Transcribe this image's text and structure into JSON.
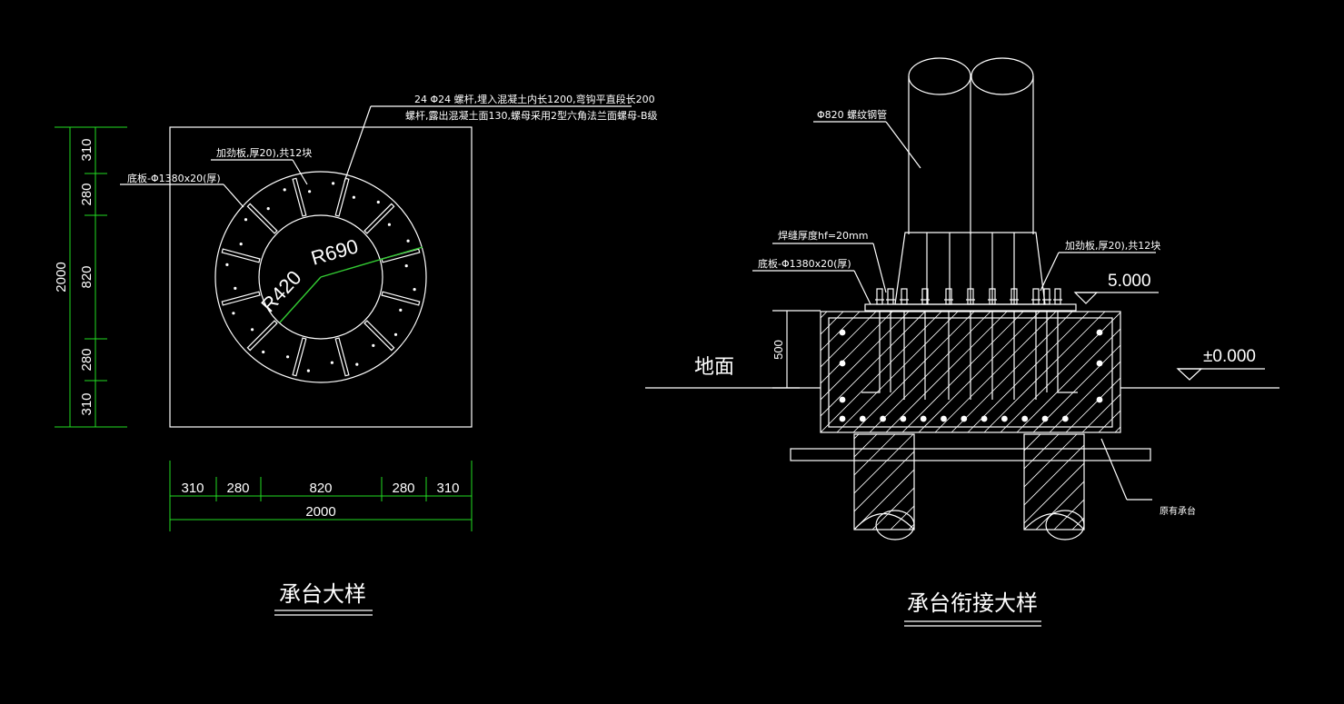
{
  "plan": {
    "title": "承台大样",
    "bolt_note_line1": "24 Φ24 螺杆,埋入混凝土内长1200,弯钩平直段长200",
    "bolt_note_line2": "螺杆,露出混凝土面130,螺母采用2型六角法兰面螺母-B级",
    "stiffener_note": "加劲板,厚20),共12块",
    "base_plate_note": "底板-Φ1380x20(厚)",
    "radius_inner": "R420",
    "radius_outer": "R690",
    "total_dim": "2000",
    "dims_horizontal": [
      "310",
      "280",
      "820",
      "280",
      "310"
    ],
    "dims_vertical": [
      "310",
      "280",
      "820",
      "280",
      "310"
    ]
  },
  "section": {
    "title": "承台衔接大样",
    "pipe_note": "Φ820 螺纹钢管",
    "weld_note": "焊缝厚度hf=20mm",
    "base_plate_note": "底板-Φ1380x20(厚)",
    "stiffener_note": "加劲板,厚20),共12块",
    "elev_top": "5.000",
    "elev_ground": "±0.000",
    "ground_label": "地面",
    "height_dim": "500",
    "existing_cap_note": "原有承台"
  },
  "colors": {
    "background": "#000000",
    "line": "#ffffff",
    "dimension": "#22dd22"
  }
}
